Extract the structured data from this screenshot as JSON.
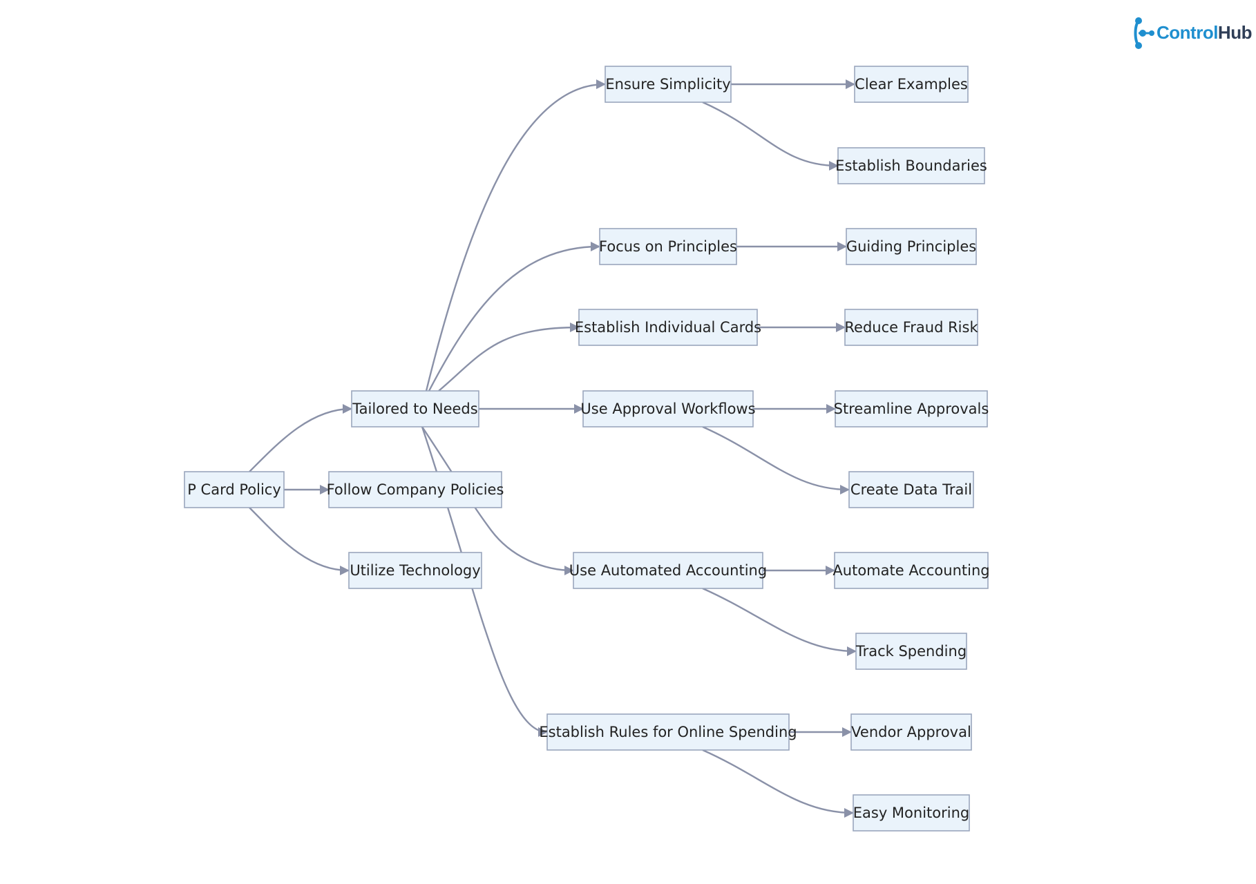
{
  "logo": {
    "part1": "Control",
    "part2": "Hub",
    "icon": "network-nodes-icon",
    "colors": [
      "#1f8fcf",
      "#2f3e57"
    ]
  },
  "nodes": [
    {
      "id": "pcard",
      "label": "P Card Policy"
    },
    {
      "id": "tailored",
      "label": "Tailored to Needs"
    },
    {
      "id": "follow",
      "label": "Follow Company Policies"
    },
    {
      "id": "utilize",
      "label": "Utilize Technology"
    },
    {
      "id": "simplicity",
      "label": "Ensure Simplicity"
    },
    {
      "id": "principles",
      "label": "Focus on Principles"
    },
    {
      "id": "individual",
      "label": "Establish Individual Cards"
    },
    {
      "id": "approval",
      "label": "Use Approval Workflows"
    },
    {
      "id": "automated",
      "label": "Use Automated Accounting"
    },
    {
      "id": "online",
      "label": "Establish Rules for Online Spending"
    },
    {
      "id": "clear",
      "label": "Clear Examples"
    },
    {
      "id": "boundaries",
      "label": "Establish Boundaries"
    },
    {
      "id": "guiding",
      "label": "Guiding Principles"
    },
    {
      "id": "fraud",
      "label": "Reduce Fraud Risk"
    },
    {
      "id": "streamline",
      "label": "Streamline Approvals"
    },
    {
      "id": "datatrail",
      "label": "Create Data Trail"
    },
    {
      "id": "autoacc",
      "label": "Automate Accounting"
    },
    {
      "id": "track",
      "label": "Track Spending"
    },
    {
      "id": "vendor",
      "label": "Vendor Approval"
    },
    {
      "id": "monitor",
      "label": "Easy Monitoring"
    }
  ],
  "edges": [
    [
      "pcard",
      "tailored"
    ],
    [
      "pcard",
      "follow"
    ],
    [
      "pcard",
      "utilize"
    ],
    [
      "tailored",
      "simplicity"
    ],
    [
      "tailored",
      "principles"
    ],
    [
      "tailored",
      "individual"
    ],
    [
      "tailored",
      "approval"
    ],
    [
      "tailored",
      "automated"
    ],
    [
      "tailored",
      "online"
    ],
    [
      "simplicity",
      "clear"
    ],
    [
      "simplicity",
      "boundaries"
    ],
    [
      "principles",
      "guiding"
    ],
    [
      "individual",
      "fraud"
    ],
    [
      "approval",
      "streamline"
    ],
    [
      "approval",
      "datatrail"
    ],
    [
      "automated",
      "autoacc"
    ],
    [
      "automated",
      "track"
    ],
    [
      "online",
      "vendor"
    ],
    [
      "online",
      "monitor"
    ]
  ]
}
